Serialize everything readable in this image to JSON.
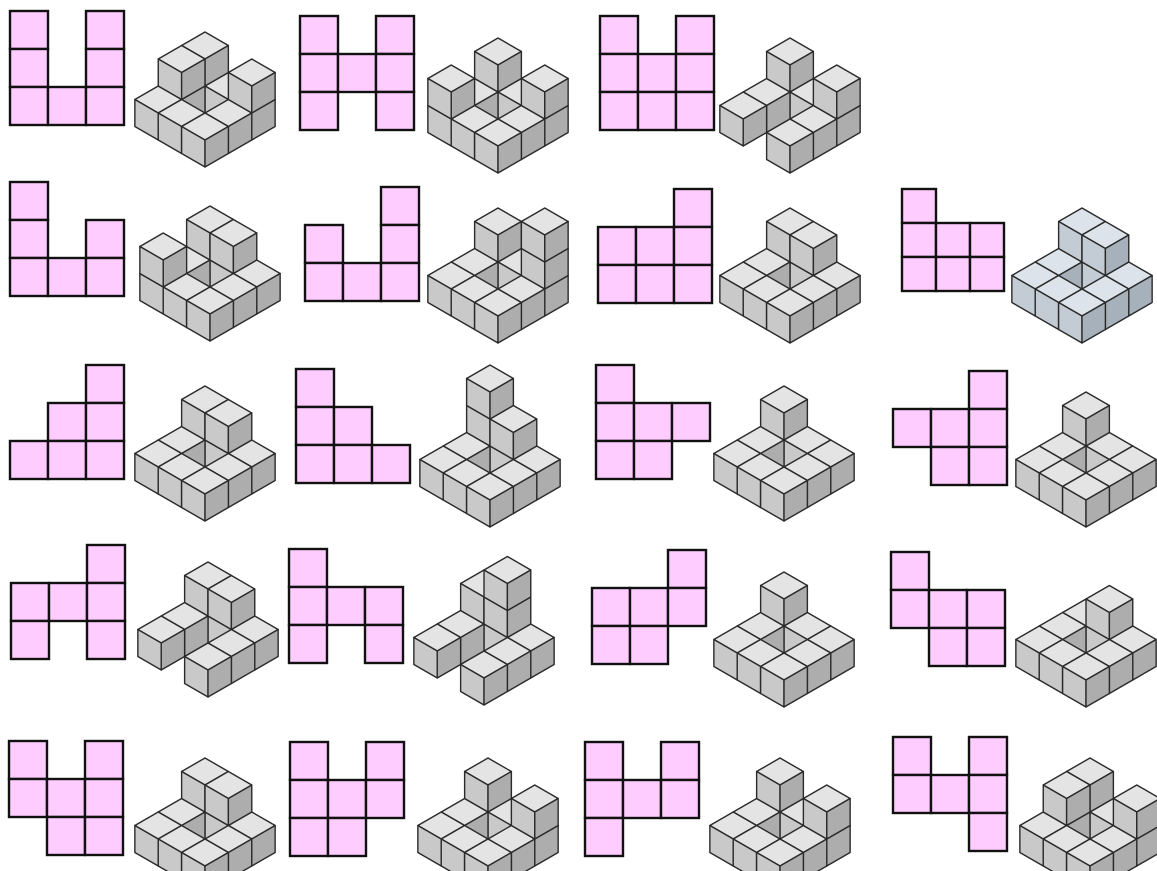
{
  "colors": {
    "net_fill": "#ffccff",
    "net_stroke": "#111111",
    "cube_top": "#e4e4e4",
    "cube_left": "#c9c9c9",
    "cube_right": "#adadad",
    "cube_stroke": "#2a2a2a",
    "cube_top_bluish": "#dce3ea",
    "cube_left_bluish": "#c3ccd4",
    "cube_right_bluish": "#a6b1bb"
  },
  "puzzles": [
    {
      "id": "r1c1",
      "net": [
        [
          0,
          0
        ],
        [
          2,
          0
        ],
        [
          0,
          1
        ],
        [
          2,
          1
        ],
        [
          0,
          2
        ],
        [
          1,
          2
        ],
        [
          2,
          2
        ]
      ],
      "cubes": [
        [
          0,
          0,
          0
        ],
        [
          1,
          0,
          0
        ],
        [
          2,
          0,
          0
        ],
        [
          0,
          1,
          0
        ],
        [
          2,
          1,
          0
        ],
        [
          0,
          2,
          0
        ],
        [
          1,
          2,
          0
        ],
        [
          2,
          2,
          0
        ],
        [
          0,
          0,
          1
        ],
        [
          0,
          1,
          1
        ],
        [
          2,
          0,
          1
        ]
      ]
    },
    {
      "id": "r1c2",
      "net": [
        [
          0,
          0
        ],
        [
          2,
          0
        ],
        [
          0,
          1
        ],
        [
          1,
          1
        ],
        [
          2,
          1
        ],
        [
          0,
          2
        ],
        [
          2,
          2
        ]
      ],
      "cubes": [
        [
          0,
          0,
          0
        ],
        [
          1,
          0,
          0
        ],
        [
          2,
          0,
          0
        ],
        [
          0,
          1,
          0
        ],
        [
          2,
          1,
          0
        ],
        [
          0,
          2,
          0
        ],
        [
          1,
          2,
          0
        ],
        [
          2,
          2,
          0
        ],
        [
          0,
          0,
          1
        ],
        [
          2,
          0,
          1
        ],
        [
          0,
          2,
          1
        ]
      ]
    },
    {
      "id": "r1c3",
      "net": [
        [
          0,
          0
        ],
        [
          2,
          0
        ],
        [
          0,
          1
        ],
        [
          1,
          1
        ],
        [
          2,
          1
        ],
        [
          0,
          2
        ],
        [
          1,
          2
        ],
        [
          2,
          2
        ]
      ],
      "cubes": [
        [
          0,
          0,
          0
        ],
        [
          1,
          0,
          0
        ],
        [
          2,
          0,
          0
        ],
        [
          0,
          1,
          0
        ],
        [
          2,
          1,
          0
        ],
        [
          0,
          2,
          0
        ],
        [
          2,
          2,
          0
        ],
        [
          0,
          0,
          1
        ],
        [
          2,
          0,
          1
        ]
      ]
    },
    {
      "id": "r2c1",
      "net": [
        [
          0,
          0
        ],
        [
          0,
          1
        ],
        [
          2,
          1
        ],
        [
          0,
          2
        ],
        [
          1,
          2
        ],
        [
          2,
          2
        ]
      ],
      "cubes": [
        [
          0,
          0,
          0
        ],
        [
          1,
          0,
          0
        ],
        [
          2,
          0,
          0
        ],
        [
          0,
          1,
          0
        ],
        [
          2,
          1,
          0
        ],
        [
          0,
          2,
          0
        ],
        [
          1,
          2,
          0
        ],
        [
          2,
          2,
          0
        ],
        [
          0,
          0,
          1
        ],
        [
          1,
          0,
          1
        ],
        [
          0,
          2,
          1
        ]
      ]
    },
    {
      "id": "r2c2",
      "net": [
        [
          2,
          0
        ],
        [
          0,
          1
        ],
        [
          2,
          1
        ],
        [
          0,
          2
        ],
        [
          1,
          2
        ],
        [
          2,
          2
        ]
      ],
      "cubes": [
        [
          0,
          0,
          0
        ],
        [
          1,
          0,
          0
        ],
        [
          2,
          0,
          0
        ],
        [
          0,
          1,
          0
        ],
        [
          2,
          1,
          0
        ],
        [
          0,
          2,
          0
        ],
        [
          1,
          2,
          0
        ],
        [
          2,
          2,
          0
        ],
        [
          0,
          0,
          1
        ],
        [
          2,
          0,
          1
        ],
        [
          2,
          0,
          2
        ]
      ]
    },
    {
      "id": "r2c3",
      "net": [
        [
          2,
          0
        ],
        [
          0,
          1
        ],
        [
          1,
          1
        ],
        [
          2,
          1
        ],
        [
          0,
          2
        ],
        [
          1,
          2
        ],
        [
          2,
          2
        ]
      ],
      "cubes": [
        [
          0,
          0,
          0
        ],
        [
          1,
          0,
          0
        ],
        [
          2,
          0,
          0
        ],
        [
          0,
          1,
          0
        ],
        [
          2,
          1,
          0
        ],
        [
          0,
          2,
          0
        ],
        [
          1,
          2,
          0
        ],
        [
          2,
          2,
          0
        ],
        [
          0,
          0,
          1
        ],
        [
          1,
          0,
          1
        ]
      ]
    },
    {
      "id": "r2c4",
      "net": [
        [
          0,
          0
        ],
        [
          0,
          1
        ],
        [
          1,
          1
        ],
        [
          2,
          1
        ],
        [
          0,
          2
        ],
        [
          1,
          2
        ],
        [
          2,
          2
        ]
      ],
      "bluish": true,
      "cubes": [
        [
          0,
          0,
          0
        ],
        [
          1,
          0,
          0
        ],
        [
          2,
          0,
          0
        ],
        [
          0,
          1,
          0
        ],
        [
          2,
          1,
          0
        ],
        [
          0,
          2,
          0
        ],
        [
          1,
          2,
          0
        ],
        [
          2,
          2,
          0
        ],
        [
          0,
          0,
          1
        ],
        [
          1,
          0,
          1
        ]
      ]
    },
    {
      "id": "r3c1",
      "net": [
        [
          2,
          0
        ],
        [
          1,
          1
        ],
        [
          2,
          1
        ],
        [
          0,
          2
        ],
        [
          1,
          2
        ],
        [
          2,
          2
        ]
      ],
      "cubes": [
        [
          0,
          0,
          0
        ],
        [
          1,
          0,
          0
        ],
        [
          2,
          0,
          0
        ],
        [
          0,
          1,
          0
        ],
        [
          2,
          1,
          0
        ],
        [
          0,
          2,
          0
        ],
        [
          1,
          2,
          0
        ],
        [
          2,
          2,
          0
        ],
        [
          0,
          0,
          1
        ],
        [
          1,
          0,
          1
        ]
      ]
    },
    {
      "id": "r3c2",
      "net": [
        [
          0,
          0
        ],
        [
          0,
          1
        ],
        [
          1,
          1
        ],
        [
          0,
          2
        ],
        [
          1,
          2
        ],
        [
          2,
          2
        ]
      ],
      "cubes": [
        [
          0,
          0,
          0
        ],
        [
          1,
          0,
          0
        ],
        [
          2,
          0,
          0
        ],
        [
          0,
          1,
          0
        ],
        [
          2,
          1,
          0
        ],
        [
          0,
          2,
          0
        ],
        [
          1,
          2,
          0
        ],
        [
          2,
          2,
          0
        ],
        [
          0,
          0,
          1
        ],
        [
          1,
          0,
          1
        ],
        [
          0,
          0,
          2
        ]
      ]
    },
    {
      "id": "r3c3",
      "net": [
        [
          0,
          0
        ],
        [
          0,
          1
        ],
        [
          1,
          1
        ],
        [
          2,
          1
        ],
        [
          0,
          2
        ],
        [
          1,
          2
        ]
      ],
      "cubes": [
        [
          0,
          0,
          0
        ],
        [
          1,
          0,
          0
        ],
        [
          2,
          0,
          0
        ],
        [
          0,
          1,
          0
        ],
        [
          2,
          1,
          0
        ],
        [
          0,
          2,
          0
        ],
        [
          1,
          2,
          0
        ],
        [
          2,
          2,
          0
        ],
        [
          0,
          0,
          1
        ]
      ]
    },
    {
      "id": "r3c4",
      "net": [
        [
          2,
          0
        ],
        [
          0,
          1
        ],
        [
          1,
          1
        ],
        [
          2,
          1
        ],
        [
          1,
          2
        ],
        [
          2,
          2
        ]
      ],
      "cubes": [
        [
          0,
          0,
          0
        ],
        [
          1,
          0,
          0
        ],
        [
          2,
          0,
          0
        ],
        [
          0,
          1,
          0
        ],
        [
          2,
          1,
          0
        ],
        [
          0,
          2,
          0
        ],
        [
          1,
          2,
          0
        ],
        [
          2,
          2,
          0
        ],
        [
          0,
          0,
          1
        ]
      ]
    },
    {
      "id": "r4c1",
      "net": [
        [
          2,
          0
        ],
        [
          0,
          1
        ],
        [
          1,
          1
        ],
        [
          2,
          1
        ],
        [
          0,
          2
        ],
        [
          2,
          2
        ]
      ],
      "cubes": [
        [
          0,
          0,
          0
        ],
        [
          1,
          0,
          0
        ],
        [
          2,
          0,
          0
        ],
        [
          0,
          1,
          0
        ],
        [
          2,
          1,
          0
        ],
        [
          0,
          2,
          0
        ],
        [
          2,
          2,
          0
        ],
        [
          0,
          0,
          1
        ],
        [
          1,
          0,
          1
        ]
      ]
    },
    {
      "id": "r4c2",
      "net": [
        [
          0,
          0
        ],
        [
          0,
          1
        ],
        [
          1,
          1
        ],
        [
          2,
          1
        ],
        [
          0,
          2
        ],
        [
          2,
          2
        ]
      ],
      "cubes": [
        [
          0,
          0,
          0
        ],
        [
          1,
          0,
          0
        ],
        [
          2,
          0,
          0
        ],
        [
          0,
          1,
          0
        ],
        [
          2,
          1,
          0
        ],
        [
          0,
          2,
          0
        ],
        [
          2,
          2,
          0
        ],
        [
          0,
          0,
          1
        ],
        [
          1,
          0,
          1
        ],
        [
          1,
          0,
          2
        ]
      ]
    },
    {
      "id": "r4c3",
      "net": [
        [
          2,
          0
        ],
        [
          0,
          1
        ],
        [
          1,
          1
        ],
        [
          2,
          1
        ],
        [
          0,
          2
        ],
        [
          1,
          2
        ]
      ],
      "cubes": [
        [
          0,
          0,
          0
        ],
        [
          1,
          0,
          0
        ],
        [
          2,
          0,
          0
        ],
        [
          0,
          1,
          0
        ],
        [
          2,
          1,
          0
        ],
        [
          0,
          2,
          0
        ],
        [
          1,
          2,
          0
        ],
        [
          2,
          2,
          0
        ],
        [
          0,
          0,
          1
        ]
      ]
    },
    {
      "id": "r4c4",
      "net": [
        [
          0,
          0
        ],
        [
          0,
          1
        ],
        [
          1,
          1
        ],
        [
          2,
          1
        ],
        [
          1,
          2
        ],
        [
          2,
          2
        ]
      ],
      "cubes": [
        [
          0,
          0,
          0
        ],
        [
          1,
          0,
          0
        ],
        [
          2,
          0,
          0
        ],
        [
          0,
          1,
          0
        ],
        [
          2,
          1,
          0
        ],
        [
          0,
          2,
          0
        ],
        [
          1,
          2,
          0
        ],
        [
          2,
          2,
          0
        ],
        [
          1,
          0,
          1
        ]
      ]
    },
    {
      "id": "r5c1",
      "net": [
        [
          0,
          0
        ],
        [
          2,
          0
        ],
        [
          0,
          1
        ],
        [
          1,
          1
        ],
        [
          2,
          1
        ],
        [
          1,
          2
        ],
        [
          2,
          2
        ]
      ],
      "cubes": [
        [
          0,
          0,
          0
        ],
        [
          1,
          0,
          0
        ],
        [
          2,
          0,
          0
        ],
        [
          0,
          1,
          0
        ],
        [
          2,
          1,
          0
        ],
        [
          0,
          2,
          0
        ],
        [
          1,
          2,
          0
        ],
        [
          2,
          2,
          0
        ],
        [
          0,
          0,
          1
        ],
        [
          1,
          0,
          1
        ]
      ]
    },
    {
      "id": "r5c2",
      "net": [
        [
          0,
          0
        ],
        [
          2,
          0
        ],
        [
          0,
          1
        ],
        [
          1,
          1
        ],
        [
          2,
          1
        ],
        [
          0,
          2
        ],
        [
          1,
          2
        ]
      ],
      "cubes": [
        [
          0,
          0,
          0
        ],
        [
          1,
          0,
          0
        ],
        [
          2,
          0,
          0
        ],
        [
          0,
          1,
          0
        ],
        [
          2,
          1,
          0
        ],
        [
          0,
          2,
          0
        ],
        [
          1,
          2,
          0
        ],
        [
          2,
          2,
          0
        ],
        [
          0,
          0,
          1
        ],
        [
          2,
          0,
          1
        ]
      ]
    },
    {
      "id": "r5c3",
      "net": [
        [
          0,
          0
        ],
        [
          2,
          0
        ],
        [
          0,
          1
        ],
        [
          1,
          1
        ],
        [
          2,
          1
        ],
        [
          0,
          2
        ]
      ],
      "cubes": [
        [
          0,
          0,
          0
        ],
        [
          1,
          0,
          0
        ],
        [
          2,
          0,
          0
        ],
        [
          0,
          1,
          0
        ],
        [
          2,
          1,
          0
        ],
        [
          0,
          2,
          0
        ],
        [
          1,
          2,
          0
        ],
        [
          2,
          2,
          0
        ],
        [
          0,
          0,
          1
        ],
        [
          2,
          0,
          1
        ]
      ]
    },
    {
      "id": "r5c4",
      "net": [
        [
          0,
          0
        ],
        [
          2,
          0
        ],
        [
          0,
          1
        ],
        [
          1,
          1
        ],
        [
          2,
          1
        ],
        [
          2,
          2
        ]
      ],
      "cubes": [
        [
          0,
          0,
          0
        ],
        [
          1,
          0,
          0
        ],
        [
          2,
          0,
          0
        ],
        [
          0,
          1,
          0
        ],
        [
          2,
          1,
          0
        ],
        [
          0,
          2,
          0
        ],
        [
          1,
          2,
          0
        ],
        [
          2,
          2,
          0
        ],
        [
          0,
          0,
          1
        ],
        [
          2,
          0,
          1
        ],
        [
          0,
          1,
          1
        ]
      ]
    }
  ]
}
